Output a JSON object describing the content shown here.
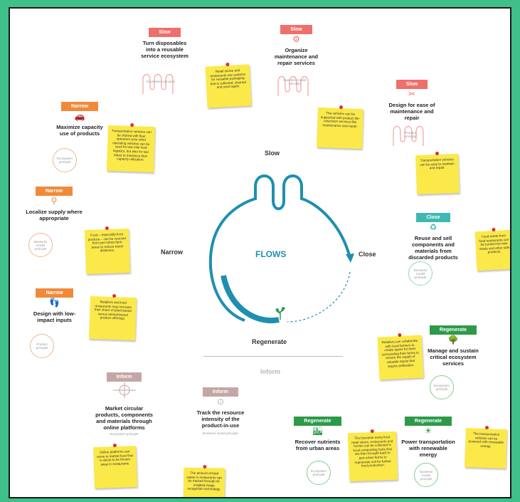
{
  "diagram": {
    "center_label": "FLOWS",
    "labels": {
      "slow": "Slow",
      "narrow": "Narrow",
      "close": "Close",
      "regenerate": "Regenerate",
      "inform": "Inform"
    }
  },
  "principles": {
    "business": "Business model principle",
    "product": "Product principle",
    "ecosystem": "Ecosystem principle"
  },
  "cards": [
    {
      "tag": "Slow",
      "title": "Turn disposables into a reusable service ecosystem"
    },
    {
      "tag": "Slow",
      "title": "Organize maintenance and repair services"
    },
    {
      "tag": "Slow",
      "title": "Design for ease of maintenance and repair"
    },
    {
      "tag": "Narrow",
      "title": "Maximize capacity use of products"
    },
    {
      "tag": "Narrow",
      "title": "Localize supply where appropriate"
    },
    {
      "tag": "Narrow",
      "title": "Design with low-impact inputs"
    },
    {
      "tag": "Close",
      "title": "Reuse and sell components and materials from discarded products"
    },
    {
      "tag": "Regenerate",
      "title": "Manage and sustain critical ecosystem services"
    },
    {
      "tag": "Inform",
      "title": "Market circular products, components and materials through online platforms"
    },
    {
      "tag": "Inform",
      "title": "Track the resource intensity of the product-in-use"
    },
    {
      "tag": "Regenerate",
      "title": "Recover nutrients from urban areas"
    },
    {
      "tag": "Regenerate",
      "title": "Power transportation with renewable energy"
    }
  ],
  "notes": [
    "Retail stores and restaurants use systems for reusable packaging that is collected, cleaned and used again.",
    "The vehicles can be supported with product life-extension services like maintenance and repair.",
    "Transportation vehicles can be easy to maintain and repair.",
    "Transportation vehicles can be shared with fleet operators (one other operating vehicles can be used for last mile food logistics, but also for taxi rides) to maximize their capacity utilization.",
    "Food – especially from produce – can be sourced from peri-urban farm areas to reduce travel distances.",
    "Retailers and food restaurants may increase their share of plant-based versus animal-based product offerings.",
    "Food waste from food restaurants can be turned into new meals and other side products.",
    "Retailers can collaborate with local farmers to create space for bees surrounding their farms to ensure the supply of valuable inputs that require pollination.",
    "Online platforms can serve to market food that is about to be thrown away in restaurants.",
    "The amount of food waste in restaurants can be tracked through AI-enabled image recognition technology.",
    "The biowaste every food retail stores, restaurants and homes can be collected in local composting hubs that are then brought back to peri-urban farms to regenerate soil for further food production.",
    "The transportation vehicles can be powered with renewable energy."
  ],
  "colors": {
    "slow": "#ef6f6a",
    "narrow": "#f08a3a",
    "close": "#3fb8b3",
    "regenerate": "#2d9a4a",
    "inform": "#c3a7a4",
    "flow_line": "#1f8fb0",
    "sticky": "#fbe94a"
  }
}
